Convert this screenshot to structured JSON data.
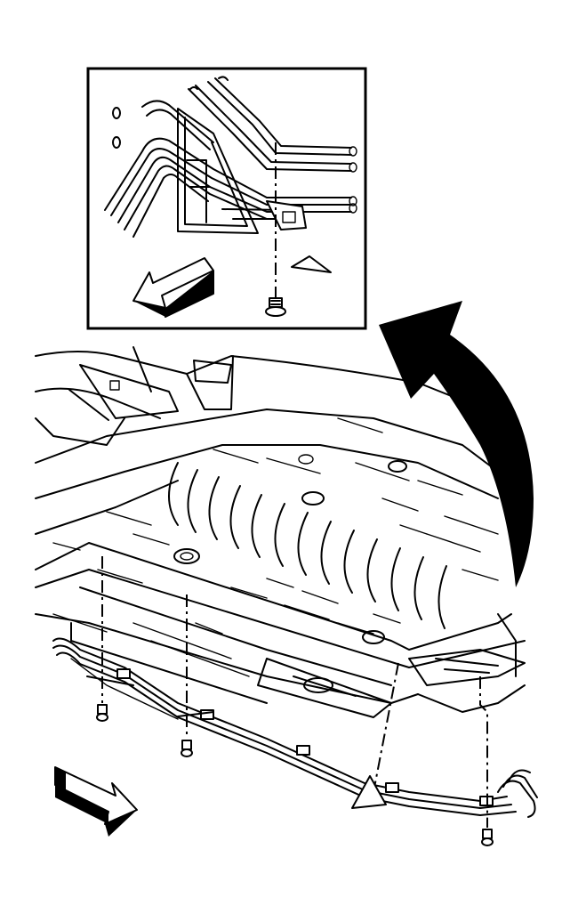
{
  "diagram": {
    "subject": "underbody-floor-pan-with-fuel-and-brake-line-bundle",
    "inset": {
      "detail": "line-bundle-retainer-and-fastener"
    },
    "components": [
      {
        "name": "floor-pan"
      },
      {
        "name": "line-bundle"
      },
      {
        "name": "line-retainer-clip"
      },
      {
        "name": "fastener"
      }
    ],
    "indicators": {
      "front-arrow-icon": "direction-arrow",
      "detail-callout-arrow-icon": "curved-callout-arrow",
      "view-direction-icon": "triangle-marker"
    },
    "colors": {
      "line": "#000000",
      "background": "#ffffff"
    }
  }
}
